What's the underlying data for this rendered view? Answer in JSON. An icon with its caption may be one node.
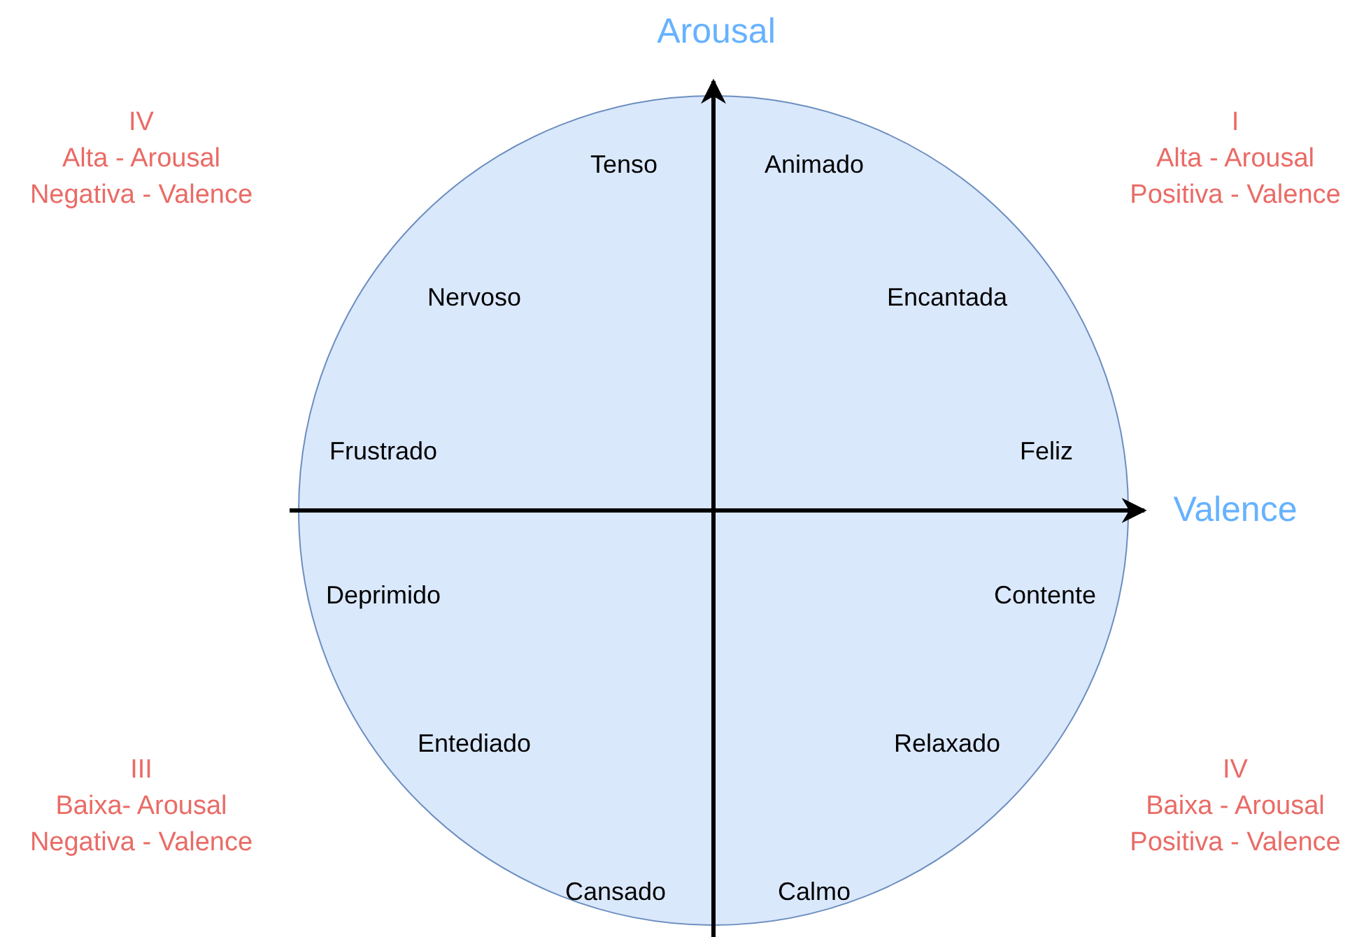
{
  "diagram": {
    "nodes": [
      {
        "text": [
          "Tenso",
          "Animado",
          "Nervoso",
          "Encantada",
          "Frustrado",
          "Feliz",
          "Deprimido",
          "Contente",
          "Entediado",
          "Relaxado",
          "Cansado",
          "Calmo"
        ]
      }
    ],
    "labels": [
      "Arousal",
      "IV",
      "Alta - Arousal",
      "Negativa - Valence",
      "I",
      "Alta - Arousal",
      "Positiva - Valence",
      "Valence",
      "III",
      "Baixa- Arousal",
      "Negativa - Valence",
      "IV",
      "Baixa - Arousal",
      "Positiva - Valence"
    ]
  }
}
